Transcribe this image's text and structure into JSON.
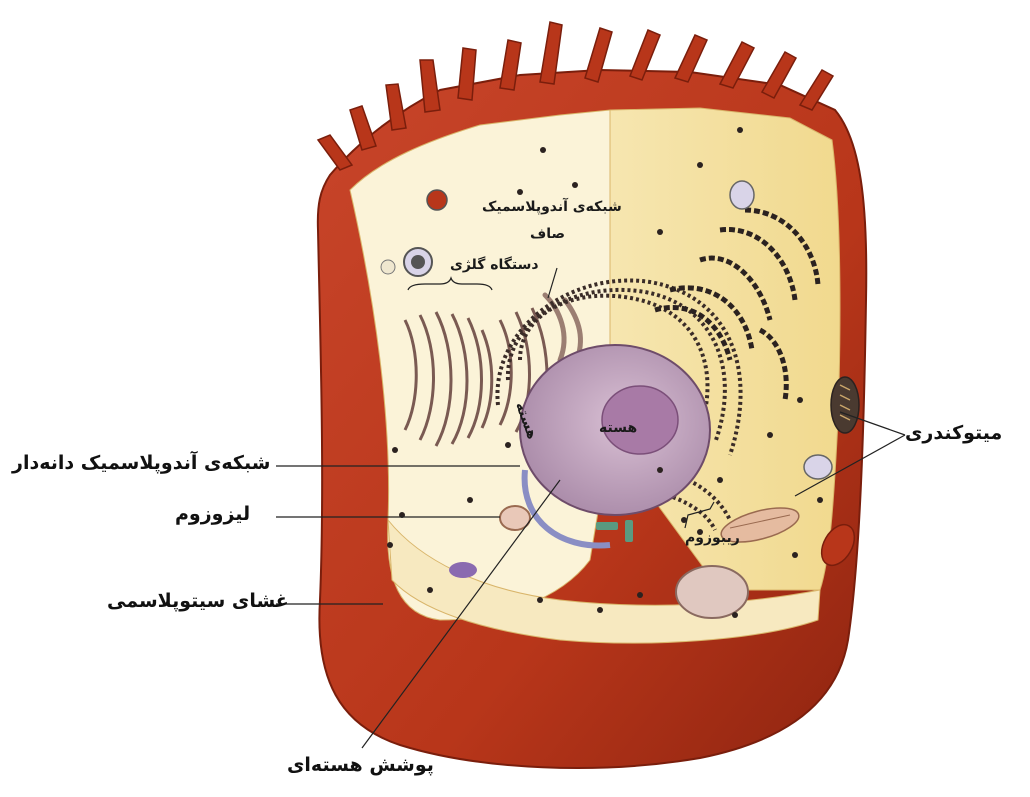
{
  "labels": {
    "smooth_er_line1": "شبکه‌ی آندوپلاسمیک",
    "smooth_er_line2": "صاف",
    "golgi": "دستگاه گلژی",
    "nucleolus": "هسته",
    "nucleus": "هسته",
    "rough_er": "شبکه‌ی آندوپلاسمیک دانه‌دار",
    "lysosome": "لیزوزوم",
    "cell_membrane": "غشای سیتوپلاسمی",
    "mitochondria": "میتوکندری",
    "ribosome": "ریبوزوم",
    "nuclear_envelope": "پوشش هسته‌ای"
  },
  "colors": {
    "membrane": "#b8361a",
    "membrane_dark": "#8e2410",
    "cytoplasm": "#fbf3d8",
    "cytoplasm_shade": "#f0dc9a",
    "nucleus": "#c9a9c2",
    "nucleolus": "#a87aa6",
    "organelle_dark": "#2b2220",
    "golgi": "#b89a90"
  }
}
